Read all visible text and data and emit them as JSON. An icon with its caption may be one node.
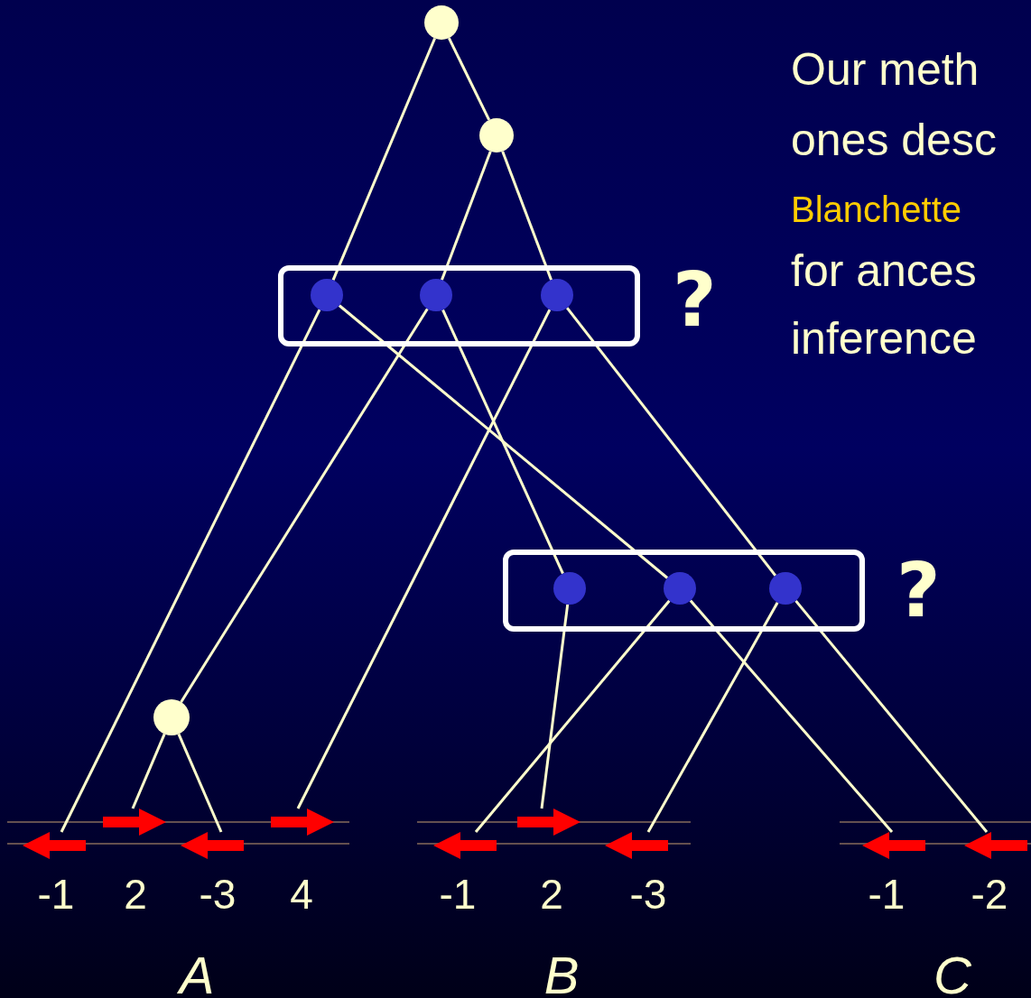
{
  "diagram": {
    "nodes": [
      {
        "text": [],
        "shape": "circle"
      },
      {
        "text": [],
        "shape": "circle"
      },
      {
        "text": [],
        "shape": "box",
        "beside": [
          "?"
        ]
      },
      {
        "text": [],
        "shape": "circle",
        "in": 2
      },
      {
        "text": [],
        "shape": "circle",
        "in": 2
      },
      {
        "text": [],
        "shape": "circle",
        "in": 2
      },
      {
        "text": [],
        "shape": "box",
        "beside": [
          "?"
        ]
      },
      {
        "text": [],
        "shape": "circle",
        "in": 6
      },
      {
        "text": [],
        "shape": "circle",
        "in": 6
      },
      {
        "text": [],
        "shape": "circle",
        "in": 6
      },
      {
        "text": [],
        "shape": "circle"
      },
      {
        "text": [],
        "shape": "arrow",
        "beside": [
          "-1"
        ]
      },
      {
        "text": [],
        "shape": "arrow",
        "beside": [
          "2"
        ]
      },
      {
        "text": [],
        "shape": "arrow",
        "beside": [
          "-3"
        ]
      },
      {
        "text": [],
        "shape": "arrow",
        "beside": [
          "4"
        ]
      },
      {
        "text": [],
        "shape": "arrow",
        "beside": [
          "-1"
        ]
      },
      {
        "text": [],
        "shape": "arrow",
        "beside": [
          "2"
        ]
      },
      {
        "text": [],
        "shape": "arrow",
        "beside": [
          "-3"
        ]
      },
      {
        "text": [],
        "shape": "arrow",
        "beside": [
          "-1"
        ]
      },
      {
        "text": [],
        "shape": "arrow",
        "beside": [
          "-2"
        ]
      }
    ],
    "edges": [
      {
        "from": 0,
        "to": 3,
        "arrow": "none"
      },
      {
        "from": 0,
        "to": 1,
        "arrow": "none"
      },
      {
        "from": 1,
        "to": 4,
        "arrow": "none"
      },
      {
        "from": 1,
        "to": 5,
        "arrow": "none"
      },
      {
        "from": 3,
        "to": 11,
        "arrow": "none"
      },
      {
        "from": 3,
        "to": 8,
        "arrow": "none"
      },
      {
        "from": 4,
        "to": 10,
        "arrow": "none"
      },
      {
        "from": 4,
        "to": 7,
        "arrow": "none"
      },
      {
        "from": 5,
        "to": 14,
        "arrow": "none"
      },
      {
        "from": 5,
        "to": 9,
        "arrow": "none"
      },
      {
        "from": 10,
        "to": 12,
        "arrow": "none"
      },
      {
        "from": 10,
        "to": 13,
        "arrow": "none"
      },
      {
        "from": 7,
        "to": 16,
        "arrow": "none"
      },
      {
        "from": 8,
        "to": 15,
        "arrow": "none"
      },
      {
        "from": 8,
        "to": 18,
        "arrow": "none"
      },
      {
        "from": 9,
        "to": 17,
        "arrow": "none"
      },
      {
        "from": 9,
        "to": 19,
        "arrow": "none"
      }
    ],
    "labels": [
      "Our meth",
      "ones desc",
      "Blanchette",
      "for ances",
      "inference",
      "A",
      "B",
      "C"
    ]
  }
}
